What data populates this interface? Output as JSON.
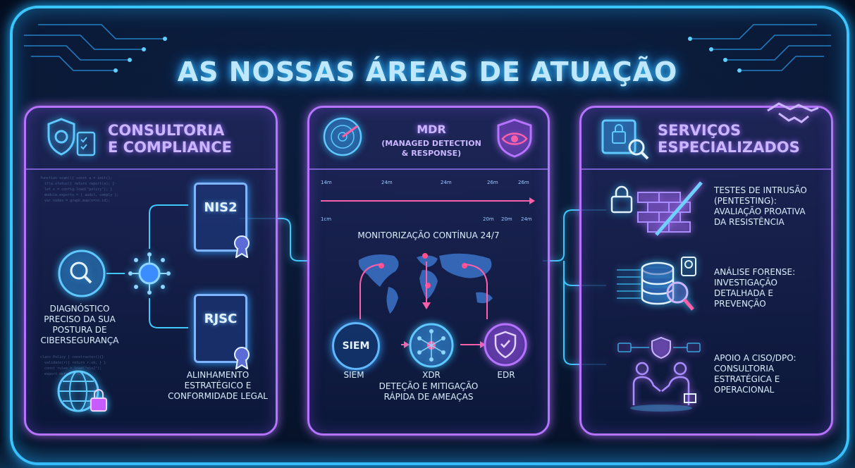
{
  "title": "AS NOSSAS ÁREAS DE ATUAÇÃO",
  "panel_consultoria": {
    "title_line1": "CONSULTORIA",
    "title_line2": "E COMPLIANCE",
    "doc1": "NIS2",
    "doc2": "RJSC",
    "left_text_lines": [
      "DIAGNÓSTICO",
      "PRECISO DA SUA",
      "POSTURA DE",
      "CIBERSEGURANÇA"
    ],
    "right_text_lines": [
      "ALINHAMENTO",
      "ESTRATÉGICO E",
      "CONFORMIDADE LEGAL"
    ]
  },
  "panel_mdr": {
    "title": "MDR",
    "subtitle_line1": "(MANAGED DETECTION",
    "subtitle_line2": "& RESPONSE)",
    "wave_top_labels": [
      "14m",
      "24m",
      "24m",
      "26m",
      "26m"
    ],
    "wave_bottom_labels": [
      "1cm",
      "20m",
      "20m",
      "24m"
    ],
    "monitor_text": "MONITORIZAÇÃO CONTÍNUA 24/7",
    "siem_box": "SIEM",
    "label_siem": "SIEM",
    "label_xdr": "XDR",
    "label_edr": "EDR",
    "bottom_text_line1": "DETEÇÃO E MITIGAÇÃO",
    "bottom_text_line2": "RÁPIDA DE AMEAÇAS"
  },
  "panel_servicos": {
    "title_line1": "SERVIÇOS",
    "title_line2": "ESPECIALIZADOS",
    "item1_lines": [
      "TESTES DE INTRUSÃO",
      "(PENTESTING):",
      "AVALIAÇÃO PROATIVA",
      "DA RESISTÊNCIA"
    ],
    "item2_lines": [
      "ANÁLISE FORENSE:",
      "INVESTIGAÇÃO",
      "DETALHADA E",
      "PREVENÇÃO"
    ],
    "item3_lines": [
      "APOIO A CISO/DPO:",
      "CONSULTORIA",
      "ESTRATÉGICA E",
      "OPERACIONAL"
    ]
  },
  "colors": {
    "cyan": "#39c6ff",
    "purple": "#b573ff",
    "pink": "#ff5fa8"
  },
  "icons": [
    "shield-gear-icon",
    "clipboard-check-icon",
    "magnifier-icon",
    "globe-lock-icon",
    "radar-icon",
    "eye-shield-icon",
    "world-map-icon",
    "xdr-network-icon",
    "edr-shield-icon",
    "safe-lock-icon",
    "handshake-icon",
    "padlock-icon",
    "firewall-icon",
    "database-search-icon",
    "hard-drive-icon",
    "business-handshake-icon"
  ]
}
